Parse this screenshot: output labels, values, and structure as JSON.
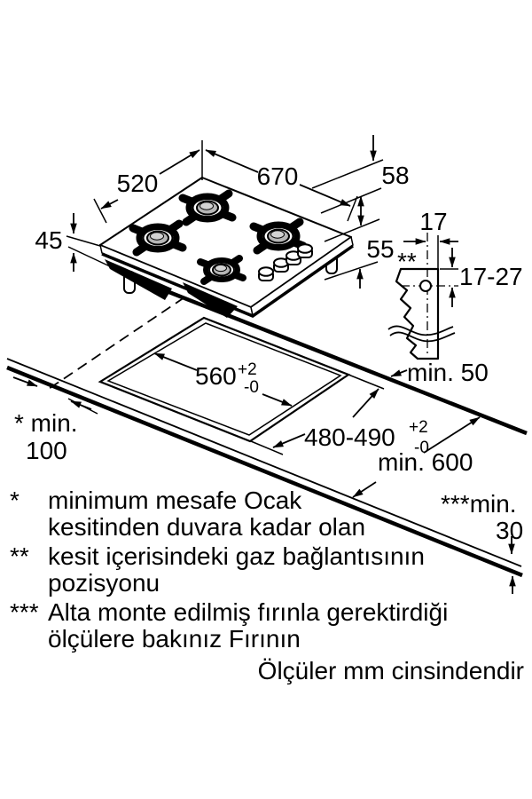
{
  "diagram": {
    "title_hidden": "",
    "hob": {
      "type": "gas-hob-4-burners",
      "burner_cap_color": "#b6b6b6",
      "burner_cap_top_color": "#d2d2d2",
      "line_color": "#000000",
      "background_color": "#ffffff"
    },
    "labels": {
      "depth": "520",
      "width": "670",
      "height": "45",
      "install_depth_1": "58",
      "install_depth_2": "55",
      "cutout_width": "560",
      "cutout_width_plus": "+2",
      "cutout_width_minus": "-0",
      "cutout_depth": "480-490",
      "cutout_depth_plus": "+2",
      "cutout_depth_minus": "-0",
      "gas_offset": "17",
      "gas_range": "17-27",
      "gas_marker": "**",
      "min_wall_rear": "min. 50",
      "min_wall_left_1": "* min.",
      "min_wall_left_2": "100",
      "min_worktop_depth": "min. 600",
      "min_thickness_1": "***min.",
      "min_thickness_2": "30"
    },
    "footnotes": [
      {
        "marker": "*",
        "text": "minimum mesafe Ocak\nkesitinden duvara kadar olan"
      },
      {
        "marker": "**",
        "text": "kesit içerisindeki gaz bağlantısının\npozisyonu"
      },
      {
        "marker": "***",
        "text": "Alta monte edilmiş fırınla gerektirdiği\nölçülere bakınız Fırının"
      }
    ],
    "units_note": "Ölçüler mm cinsindendir"
  }
}
